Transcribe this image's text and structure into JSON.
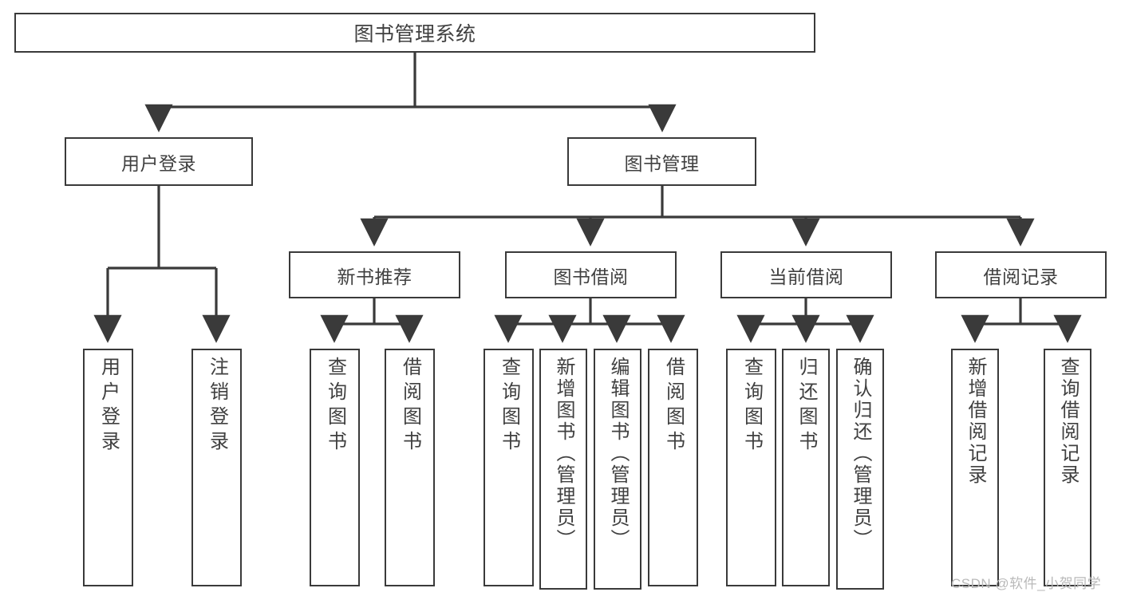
{
  "diagram": {
    "title": "图书管理系统",
    "type": "tree-hierarchy",
    "arrow_color": "#3a3a3a",
    "box_border_color": "#3a3a3a",
    "text_color": "#404040",
    "background_color": "#ffffff"
  },
  "root": {
    "label": "图书管理系统"
  },
  "tier1": [
    {
      "label": "用户登录"
    },
    {
      "label": "图书管理"
    }
  ],
  "tier2": [
    {
      "label": "新书推荐"
    },
    {
      "label": "图书借阅"
    },
    {
      "label": "当前借阅"
    },
    {
      "label": "借阅记录"
    }
  ],
  "leaves": {
    "user_login": [
      {
        "label": "用户登录"
      },
      {
        "label": "注销登录"
      }
    ],
    "new_book_recommend": [
      {
        "label": "查询图书"
      },
      {
        "label": "借阅图书"
      }
    ],
    "book_borrow": [
      {
        "label": "查询图书"
      },
      {
        "label": "新增图书（管理员）"
      },
      {
        "label": "编辑图书（管理员）"
      },
      {
        "label": "借阅图书"
      }
    ],
    "current_borrow": [
      {
        "label": "查询图书"
      },
      {
        "label": "归还图书"
      },
      {
        "label": "确认归还（管理员）"
      }
    ],
    "borrow_record": [
      {
        "label": "新增借阅记录"
      },
      {
        "label": "查询借阅记录"
      }
    ]
  },
  "watermark": {
    "text": "CSDN @软件_小贺同学"
  }
}
